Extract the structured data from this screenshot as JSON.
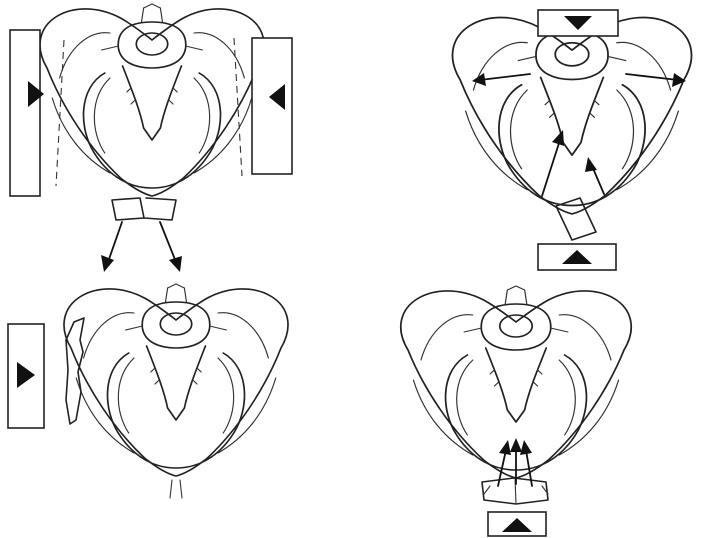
{
  "colors": {
    "line": "#222222",
    "background": "#ffffff",
    "fill": "#111111"
  },
  "panels": [
    {
      "id": "top-left",
      "force": "lateral-compression-both-sides",
      "arrow_icons": [
        "arrow-right-icon",
        "arrow-left-icon"
      ],
      "motion_arrows": 2
    },
    {
      "id": "top-right",
      "force": "vertical-compression",
      "arrow_icons": [
        "arrow-down-icon",
        "arrow-up-icon"
      ],
      "motion_arrows": 4
    },
    {
      "id": "bottom-left",
      "force": "lateral-compression-one-side",
      "arrow_icons": [
        "arrow-right-icon"
      ],
      "motion_arrows": 0
    },
    {
      "id": "bottom-right",
      "force": "anterior-compression-from-below",
      "arrow_icons": [
        "arrow-up-icon"
      ],
      "motion_arrows": 3
    }
  ]
}
